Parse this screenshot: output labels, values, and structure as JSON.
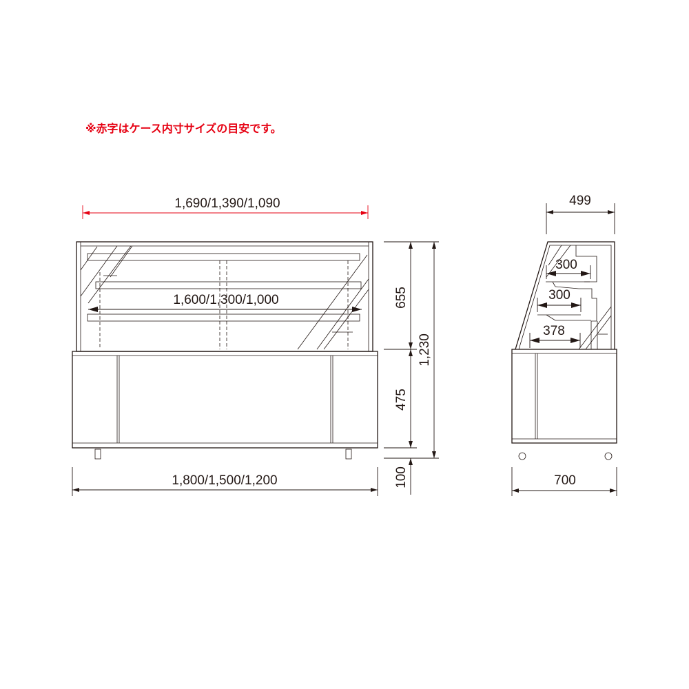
{
  "note": "※赤字はケース内寸サイズの目安です。",
  "colors": {
    "accent_red": "#e60012",
    "line": "#231815"
  },
  "front_view": {
    "inner_width_label": "1,690/1,390/1,090",
    "shelf_width_label": "1,600/1,300/1,000",
    "total_width_label": "1,800/1,500/1,200",
    "upper_height_label": "655",
    "total_height_label": "1,230",
    "base_height_label": "475",
    "leg_height_label": "100"
  },
  "side_view": {
    "top_depth_label": "499",
    "shelf1_depth_label": "300",
    "shelf2_depth_label": "300",
    "floor_depth_label": "378",
    "total_depth_label": "700"
  }
}
